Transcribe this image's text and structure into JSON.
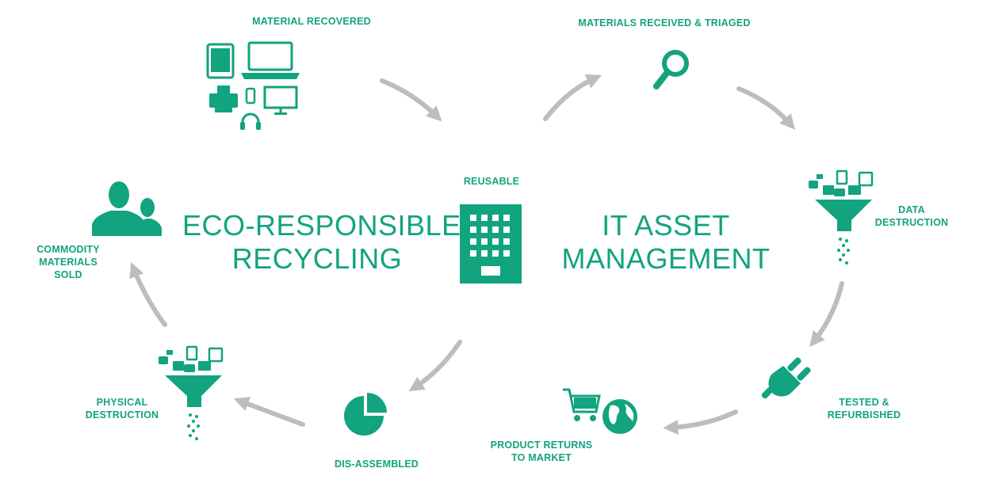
{
  "colors": {
    "accent": "#12a37f",
    "arrow": "#bdbdbd"
  },
  "center": {
    "left_title": [
      "ECO-RESPONSIBLE",
      "RECYCLING"
    ],
    "right_title": [
      "IT ASSET",
      "MANAGEMENT"
    ],
    "reusable_label": "REUSABLE"
  },
  "steps": {
    "material_recovered": {
      "label": "MATERIAL RECOVERED",
      "icon": "devices-icon"
    },
    "materials_received": {
      "label": "MATERIALS RECEIVED & TRIAGED",
      "icon": "magnifier-icon"
    },
    "data_destruction": {
      "label": [
        "DATA",
        "DESTRUCTION"
      ],
      "icon": "funnel-shredder-icon"
    },
    "tested_refurbished": {
      "label": [
        "TESTED &",
        "REFURBISHED"
      ],
      "icon": "plug-icon"
    },
    "product_returns": {
      "label": [
        "PRODUCT RETURNS",
        "TO MARKET"
      ],
      "icon": "cart-globe-icon"
    },
    "dis_assembled": {
      "label": "DIS-ASSEMBLED",
      "icon": "pie-chart-icon"
    },
    "physical_destruction": {
      "label": [
        "PHYSICAL",
        "DESTRUCTION"
      ],
      "icon": "funnel-shredder-icon"
    },
    "commodity_sold": {
      "label": [
        "COMMODITY",
        "MATERIALS",
        "SOLD"
      ],
      "icon": "people-icon"
    }
  }
}
